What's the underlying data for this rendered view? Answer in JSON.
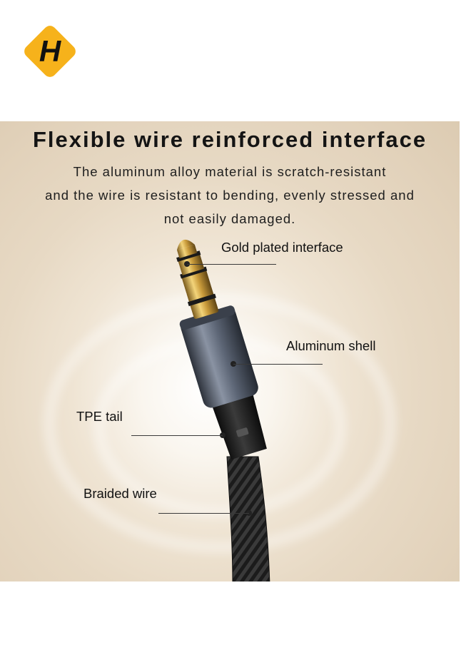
{
  "logo": {
    "icon": "h-logo-icon",
    "letter": "H",
    "colors": {
      "badge": "#f6b21b",
      "letter": "#111111"
    }
  },
  "panel": {
    "title": "Flexible wire reinforced interface",
    "description": [
      "The aluminum alloy material is scratch-resistant",
      "and the wire is resistant to bending, evenly stressed and",
      "not easily damaged."
    ]
  },
  "callouts": {
    "gold": "Gold plated interface",
    "shell": "Aluminum shell",
    "tpe": "TPE tail",
    "braid": "Braided wire"
  },
  "colors": {
    "gold": "#c8a24a",
    "shell": "#5a6272",
    "cable": "#222222"
  }
}
